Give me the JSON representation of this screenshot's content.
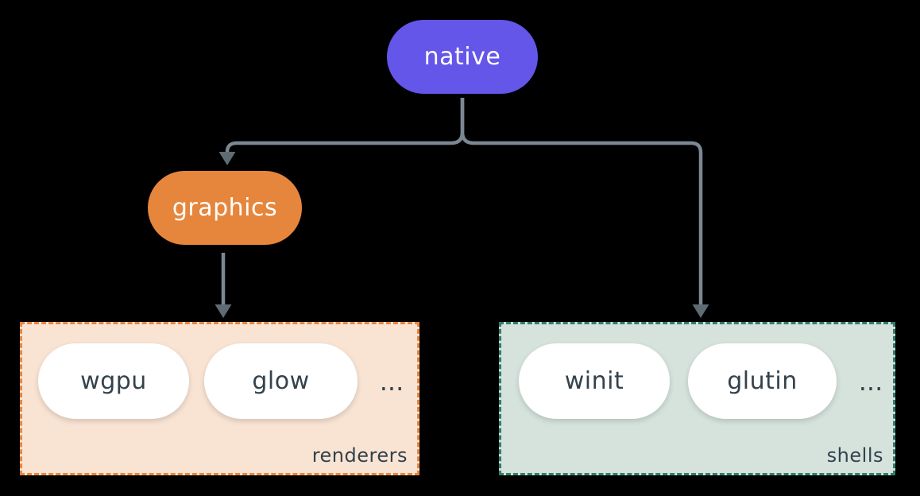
{
  "canvas": {
    "background": "#000000"
  },
  "edges": {
    "line_color": "#7b8894",
    "arrowhead_color": "#5f6b73",
    "connections": [
      {
        "from": "native",
        "to": "graphics"
      },
      {
        "from": "native",
        "to": "shells"
      },
      {
        "from": "graphics",
        "to": "renderers"
      }
    ]
  },
  "nodes": {
    "native": {
      "label": "native",
      "color": "#6356e9",
      "text_color": "#ffffff"
    },
    "graphics": {
      "label": "graphics",
      "color": "#e6863c",
      "text_color": "#ffffff"
    }
  },
  "groups": {
    "renderers": {
      "label": "renderers",
      "background": "#f9e4d4",
      "border_color": "#e6863c",
      "item_background": "#ffffff",
      "item_text_color": "#33424c",
      "items": [
        {
          "label": "wgpu"
        },
        {
          "label": "glow"
        }
      ],
      "ellipsis": "..."
    },
    "shells": {
      "label": "shells",
      "background": "#d6e3dd",
      "border_color": "#2f7d6d",
      "item_background": "#ffffff",
      "item_text_color": "#33424c",
      "items": [
        {
          "label": "winit"
        },
        {
          "label": "glutin"
        }
      ],
      "ellipsis": "..."
    }
  }
}
